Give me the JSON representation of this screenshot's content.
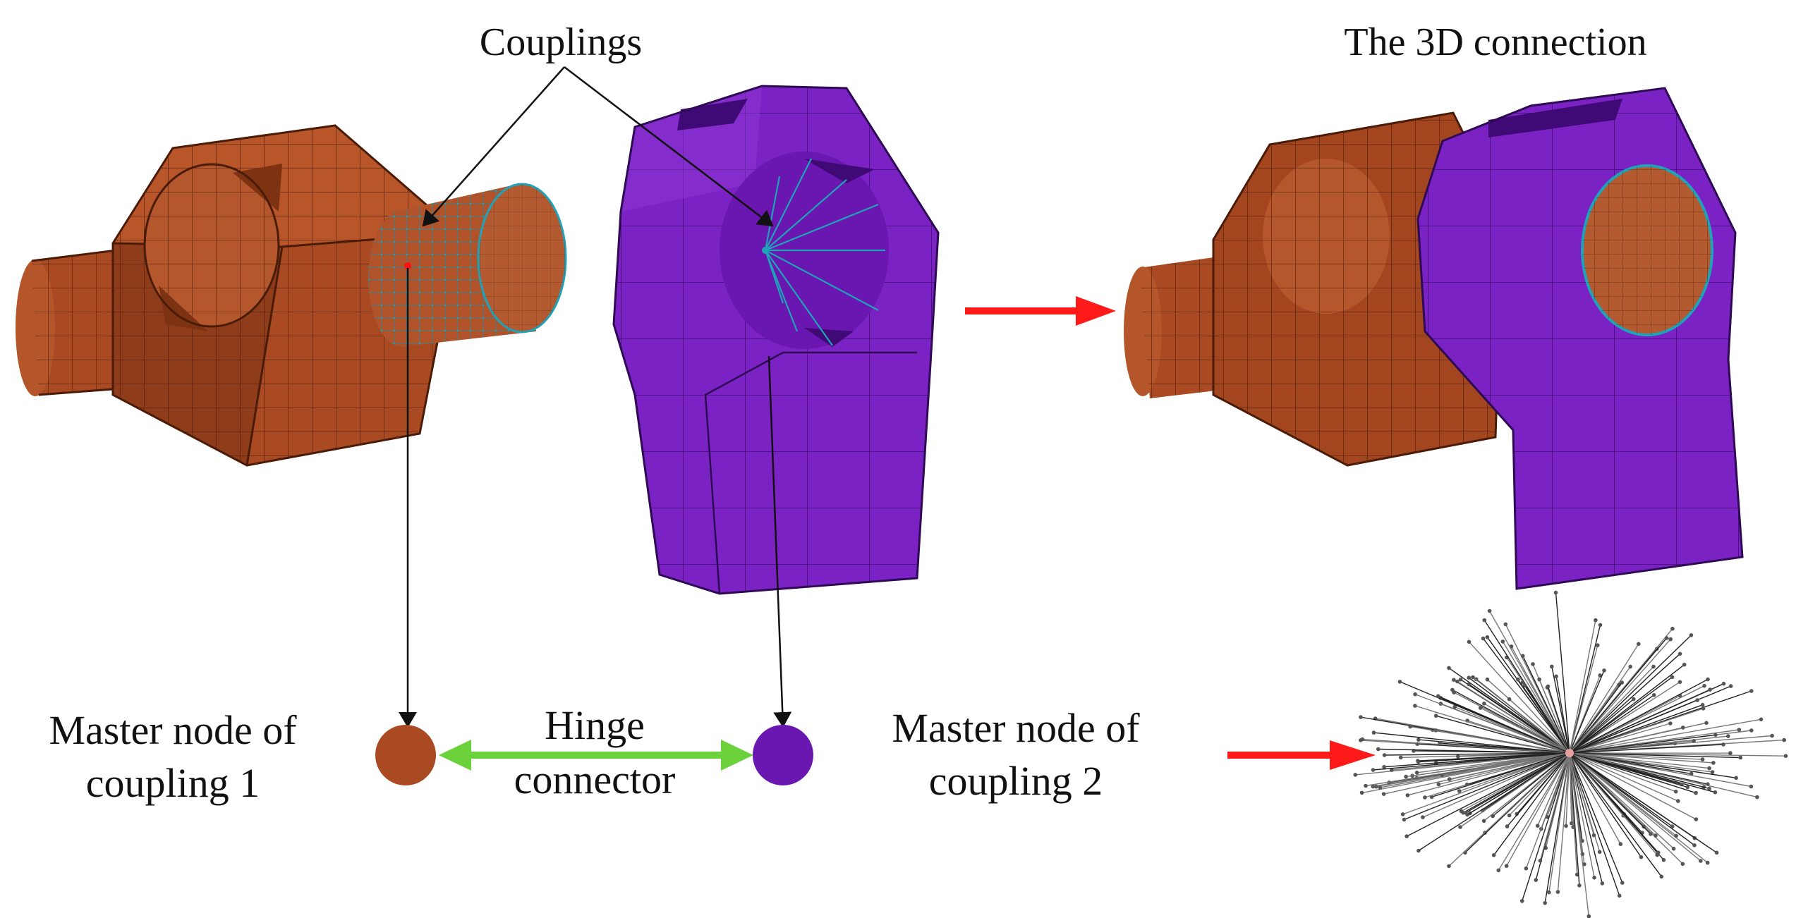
{
  "labels": {
    "couplings": "Couplings",
    "the_3d_connection": "The 3D connection",
    "master_node_1_line1": "Master node of",
    "master_node_1_line2": "coupling 1",
    "hinge_line1": "Hinge",
    "hinge_line2": "connector",
    "master_node_2_line1": "Master node of",
    "master_node_2_line2": "coupling 2"
  },
  "colors": {
    "part_orange": "#a94a22",
    "part_purple": "#7b22c4",
    "hinge_arrow": "#6cd23c",
    "red_arrow": "#ff1a1a",
    "coupling_cyan": "#1fa3b8"
  },
  "icons": {
    "pin_part": "orange-hex-pin-part",
    "eye_part": "purple-eye-bracket-part",
    "assembled": "assembled-3d-connection",
    "star": "coupling-star-graph"
  }
}
